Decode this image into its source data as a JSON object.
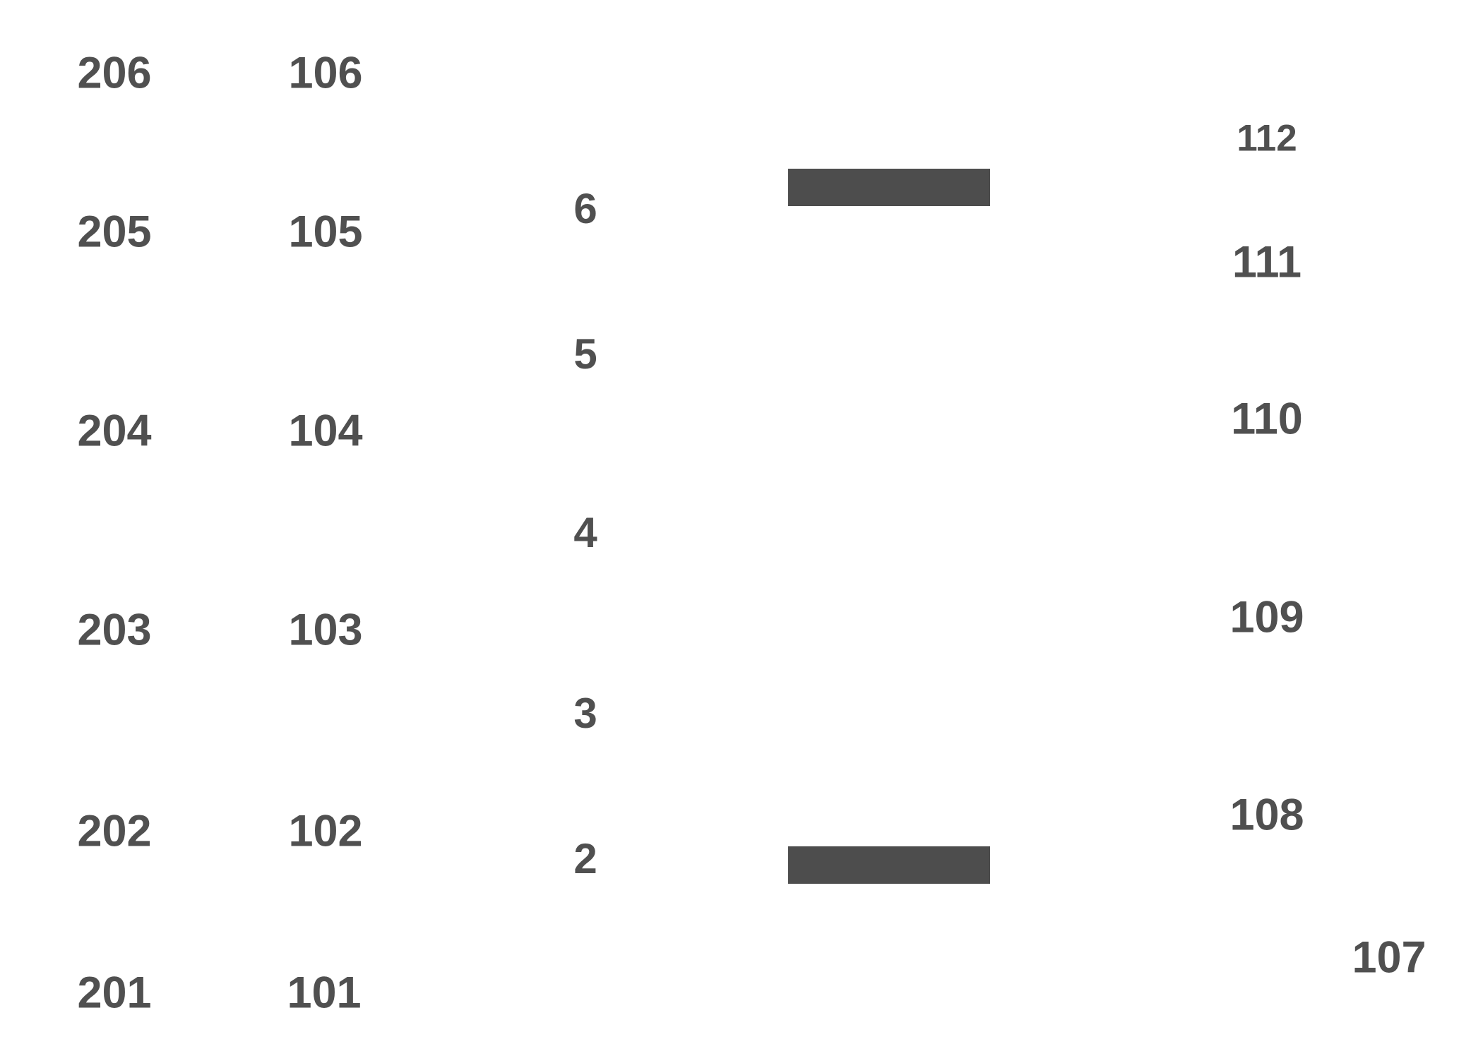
{
  "left_column": [
    "206",
    "205",
    "204",
    "203",
    "202",
    "201"
  ],
  "second_column": [
    "106",
    "105",
    "104",
    "103",
    "102",
    "101"
  ],
  "center_column": [
    "6",
    "5",
    "4",
    "3",
    "2"
  ],
  "right_column": [
    "112",
    "111",
    "110",
    "109",
    "108"
  ],
  "corner_label": "107",
  "colors": {
    "text": "#505050",
    "bar": "#4d4d4d",
    "background": "#ffffff"
  }
}
